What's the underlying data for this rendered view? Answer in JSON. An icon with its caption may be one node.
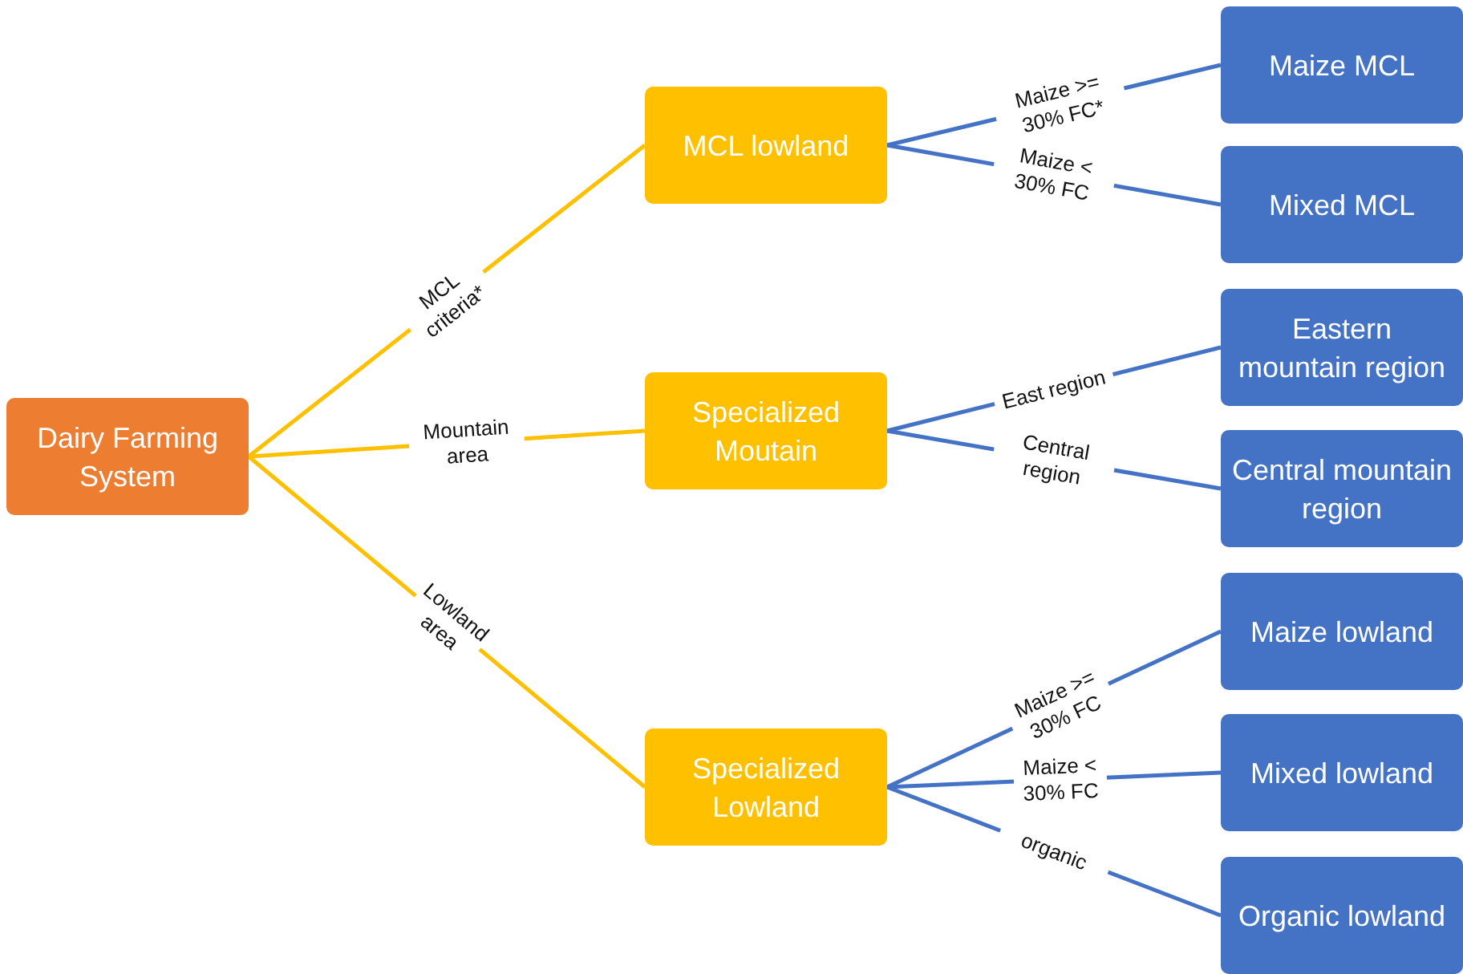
{
  "diagram": {
    "nodes": [
      {
        "text": [
          "Dairy Farming System"
        ]
      },
      {
        "text": [
          "MCL lowland"
        ]
      },
      {
        "text": [
          "Specialized Moutain"
        ]
      },
      {
        "text": [
          "Specialized Lowland"
        ]
      },
      {
        "text": [
          "Maize MCL"
        ]
      },
      {
        "text": [
          "Mixed MCL"
        ]
      },
      {
        "text": [
          "Eastern mountain region"
        ]
      },
      {
        "text": [
          "Central mountain region"
        ]
      },
      {
        "text": [
          "Maize lowland"
        ]
      },
      {
        "text": [
          "Mixed lowland"
        ]
      },
      {
        "text": [
          "Organic lowland"
        ]
      }
    ],
    "edges": [
      {
        "from": 0,
        "to": 1,
        "arrow": "none",
        "label": "MCL criteria*",
        "color": "#ffc000"
      },
      {
        "from": 0,
        "to": 2,
        "arrow": "none",
        "label": "Mountain area",
        "color": "#ffc000"
      },
      {
        "from": 0,
        "to": 3,
        "arrow": "none",
        "label": "Lowland area",
        "color": "#ffc000"
      },
      {
        "from": 1,
        "to": 4,
        "arrow": "none",
        "label": "Maize >= 30% FC*"
      },
      {
        "from": 1,
        "to": 5,
        "arrow": "none",
        "label": "Maize < 30% FC"
      },
      {
        "from": 2,
        "to": 6,
        "arrow": "none",
        "label": "East region"
      },
      {
        "from": 2,
        "to": 7,
        "arrow": "none",
        "label": "Central region"
      },
      {
        "from": 3,
        "to": 8,
        "arrow": "none",
        "label": "Maize >= 30% FC"
      },
      {
        "from": 3,
        "to": 9,
        "arrow": "none",
        "label": "Maize < 30% FC"
      },
      {
        "from": 3,
        "to": 10,
        "arrow": "none",
        "label": "organic"
      }
    ]
  }
}
